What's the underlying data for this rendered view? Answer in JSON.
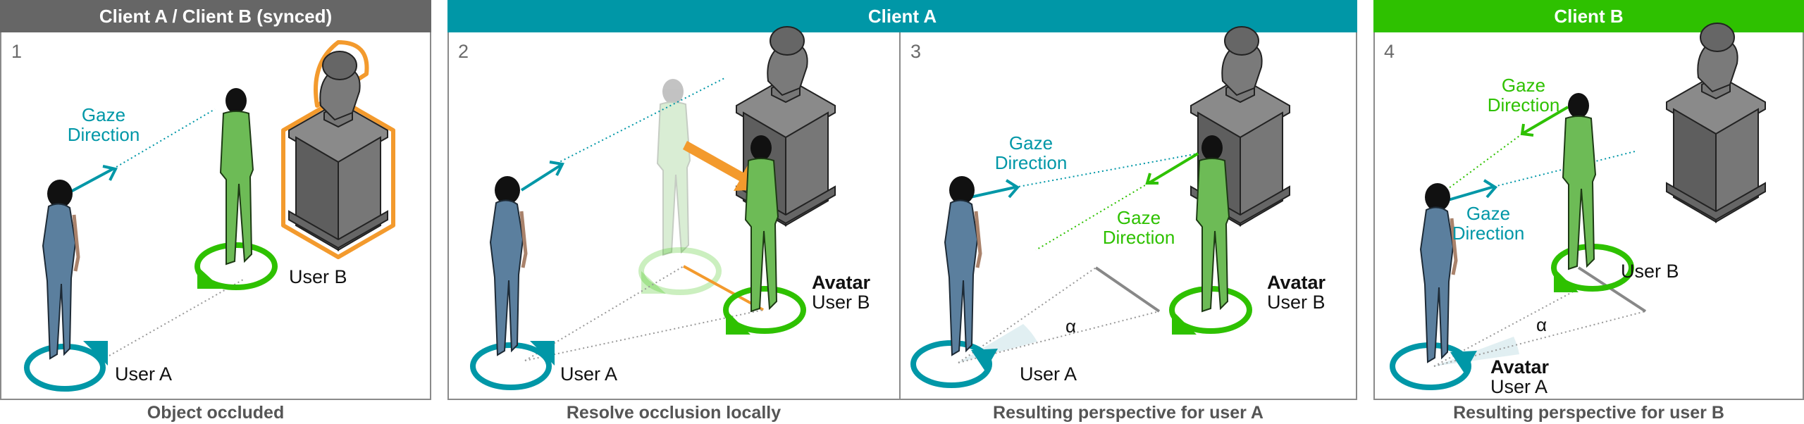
{
  "headers": [
    {
      "label": "Client A / Client B (synced)",
      "color": "#666666"
    },
    {
      "label": "Client A",
      "color": "#0097a7"
    },
    {
      "label": "Client B",
      "color": "#2ec100"
    }
  ],
  "panels": [
    {
      "number": "1",
      "caption": "Object occluded",
      "labels": {
        "gaze_a": [
          "Gaze",
          "Direction"
        ],
        "user_b": "User B",
        "user_a": "User A"
      }
    },
    {
      "number": "2",
      "caption": "Resolve occlusion locally",
      "labels": {
        "avatar": "Avatar",
        "user_b": "User B",
        "user_a": "User A"
      }
    },
    {
      "number": "3",
      "caption": "Resulting perspective for user A",
      "labels": {
        "gaze_a": [
          "Gaze",
          "Direction"
        ],
        "gaze_b": [
          "Gaze",
          "Direction"
        ],
        "avatar": "Avatar",
        "user_b": "User B",
        "user_a": "User A",
        "alpha": "α"
      }
    },
    {
      "number": "4",
      "caption": "Resulting perspective for user B",
      "labels": {
        "gaze_b": [
          "Gaze",
          "Direction"
        ],
        "gaze_a": [
          "Gaze",
          "Direction"
        ],
        "user_b": "User B",
        "avatar": "Avatar",
        "user_a": "User A",
        "alpha": "α"
      }
    }
  ],
  "colors": {
    "teal": "#0097a7",
    "green": "#2ec100",
    "orange": "#f39a2d",
    "statue": "#6f6f6f"
  }
}
